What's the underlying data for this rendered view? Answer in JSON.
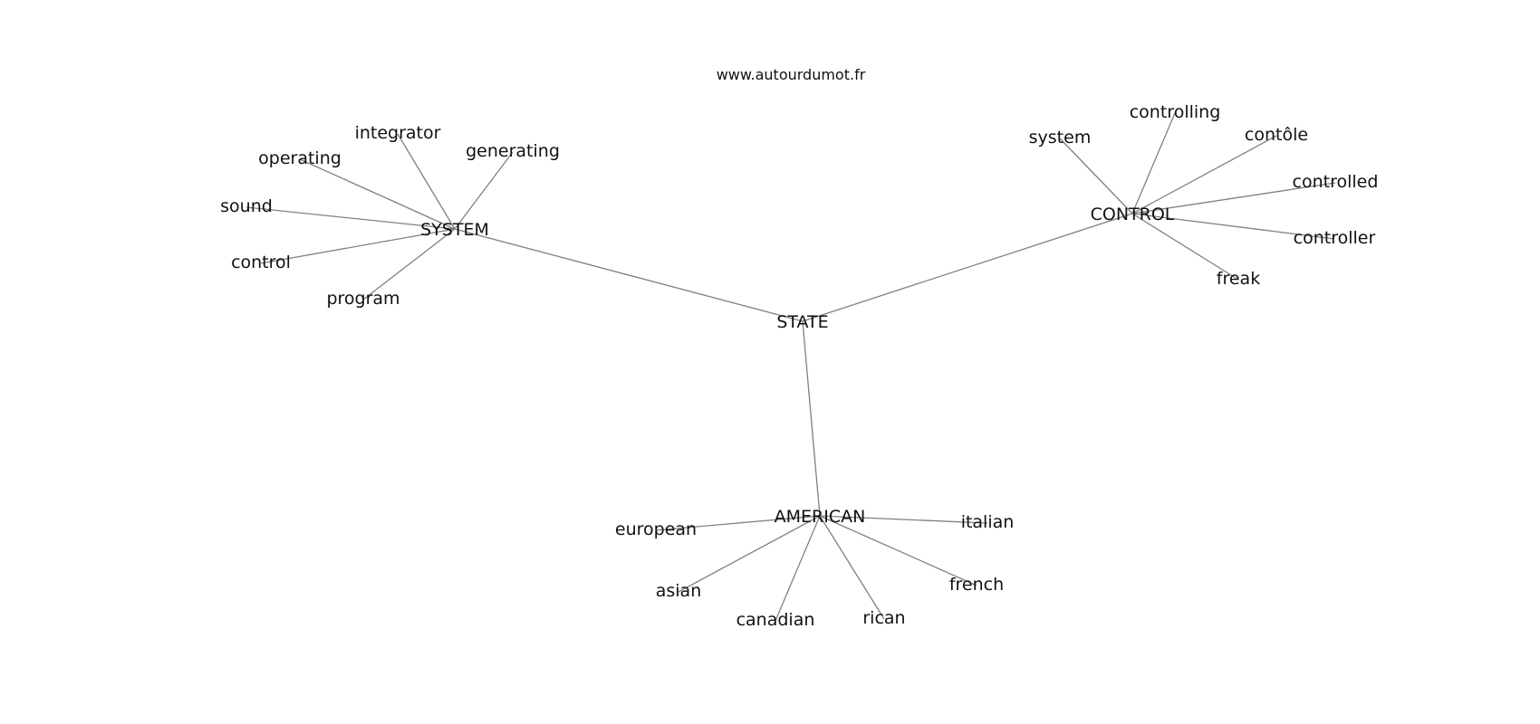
{
  "source": "www.autourdumot.fr",
  "graph": {
    "center": "STATE",
    "hubs": [
      {
        "id": "SYSTEM",
        "label": "SYSTEM",
        "leaves": [
          "integrator",
          "generating",
          "operating",
          "sound",
          "control",
          "program"
        ]
      },
      {
        "id": "CONTROL",
        "label": "CONTROL",
        "leaves": [
          "system",
          "controlling",
          "contôle",
          "controlled",
          "controller",
          "freak"
        ]
      },
      {
        "id": "AMERICAN",
        "label": "AMERICAN",
        "leaves": [
          "european",
          "italian",
          "asian",
          "french",
          "canadian",
          "rican"
        ]
      }
    ]
  }
}
